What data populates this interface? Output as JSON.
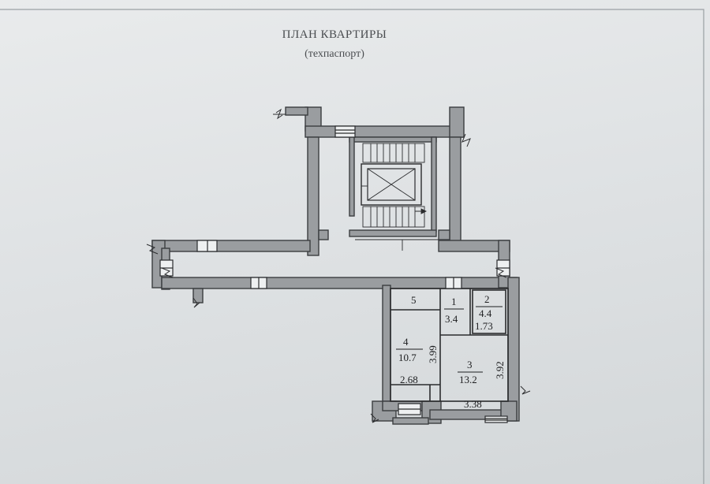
{
  "document": {
    "title": "ПЛАН КВАРТИРЫ",
    "subtitle": "(техпаспорт)"
  },
  "rooms": [
    {
      "number": "1",
      "area": "3.4"
    },
    {
      "number": "2",
      "area": "4.4",
      "dimension": "1.73"
    },
    {
      "number": "3",
      "area": "13.2"
    },
    {
      "number": "4",
      "area": "10.7"
    },
    {
      "number": "5"
    }
  ],
  "dimensions": {
    "room4_height": "3.99",
    "room4_width": "2.68",
    "room3_height": "3.92",
    "room3_width": "3.38"
  },
  "colors": {
    "wall_fill": "#9a9da0",
    "wall_stroke": "#3b3d40",
    "paper": "#e4e6e8"
  }
}
